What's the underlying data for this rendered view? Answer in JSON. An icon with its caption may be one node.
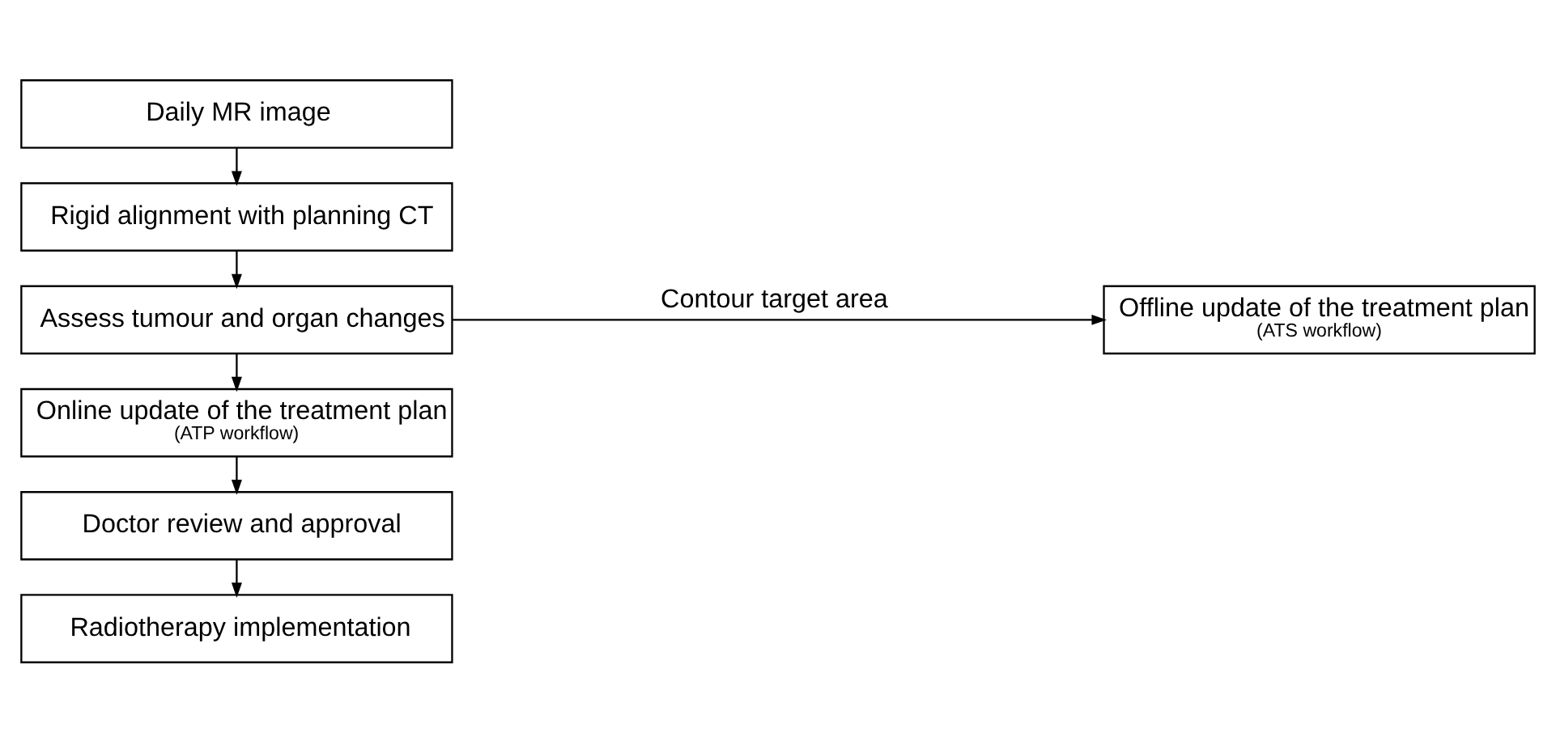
{
  "diagram": {
    "nodes": [
      {
        "text": [
          "Daily MR image"
        ]
      },
      {
        "text": [
          "Rigid alignment with planning CT"
        ]
      },
      {
        "text": [
          "Assess tumour and organ changes"
        ]
      },
      {
        "text": [
          "Online update of the treatment plan",
          "(ATP workflow)"
        ]
      },
      {
        "text": [
          "Doctor review and approval"
        ]
      },
      {
        "text": [
          "Radiotherapy implementation"
        ]
      },
      {
        "text": [
          "Offline update of the treatment plan",
          "(ATS workflow)"
        ]
      }
    ],
    "edges": [
      {
        "from": 0,
        "to": 1,
        "arrow": "to"
      },
      {
        "from": 1,
        "to": 2,
        "arrow": "to"
      },
      {
        "from": 2,
        "to": 3,
        "arrow": "to"
      },
      {
        "from": 3,
        "to": 4,
        "arrow": "to"
      },
      {
        "from": 4,
        "to": 5,
        "arrow": "to"
      },
      {
        "from": 2,
        "to": 6,
        "label": "Contour target area",
        "arrow": "to"
      }
    ]
  }
}
